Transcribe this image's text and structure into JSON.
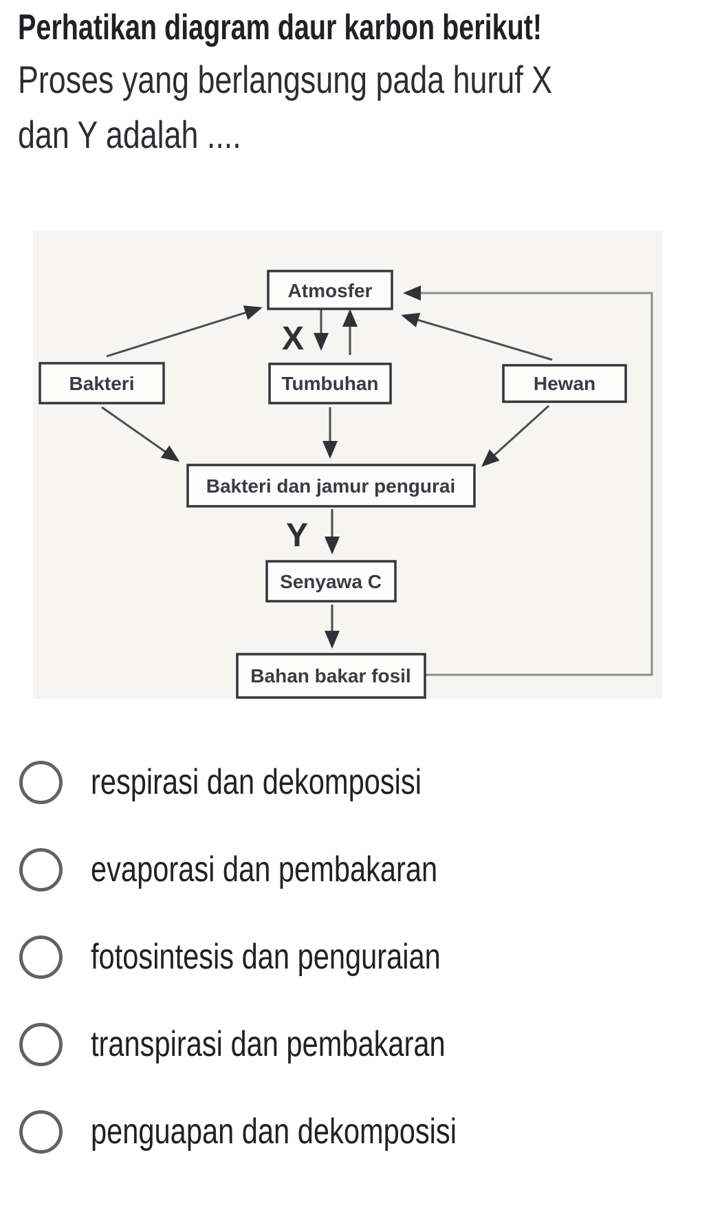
{
  "question": {
    "title": "Perhatikan diagram daur karbon berikut!",
    "prompt_line1": "Proses yang berlangsung pada huruf X",
    "prompt_line2": "dan Y adalah ...."
  },
  "diagram": {
    "type": "flowchart",
    "topic": "daur karbon (carbon cycle)",
    "nodes": {
      "atmosfer": "Atmosfer",
      "bakteri": "Bakteri",
      "tumbuhan": "Tumbuhan",
      "hewan": "Hewan",
      "pengurai": "Bakteri dan jamur pengurai",
      "senyawa_c": "Senyawa C",
      "bahan_bakar_fosil": "Bahan bakar fosil"
    },
    "flow_labels": {
      "x": "X",
      "y": "Y"
    },
    "edges": [
      "Bakteri -> Atmosfer",
      "Atmosfer -> Tumbuhan (X, panah turun)",
      "Tumbuhan -> Atmosfer (panah naik)",
      "Hewan -> Atmosfer",
      "Bakteri -> Bakteri dan jamur pengurai",
      "Tumbuhan -> Bakteri dan jamur pengurai",
      "Hewan -> Bakteri dan jamur pengurai",
      "Bakteri dan jamur pengurai -> Senyawa C (Y)",
      "Senyawa C -> Bahan bakar fosil",
      "Bahan bakar fosil -> Atmosfer (garis lingkar kanan)"
    ]
  },
  "options": [
    {
      "label": "respirasi dan dekomposisi"
    },
    {
      "label": "evaporasi dan pembakaran"
    },
    {
      "label": "fotosintesis dan penguraian"
    },
    {
      "label": "transpirasi dan pembakaran"
    },
    {
      "label": "penguapan dan dekomposisi"
    }
  ],
  "colors": {
    "text": "#202124",
    "radio_ring": "#5f6368",
    "diagram_ink": "#33363b",
    "scan_bg": "#f6f5f2"
  }
}
